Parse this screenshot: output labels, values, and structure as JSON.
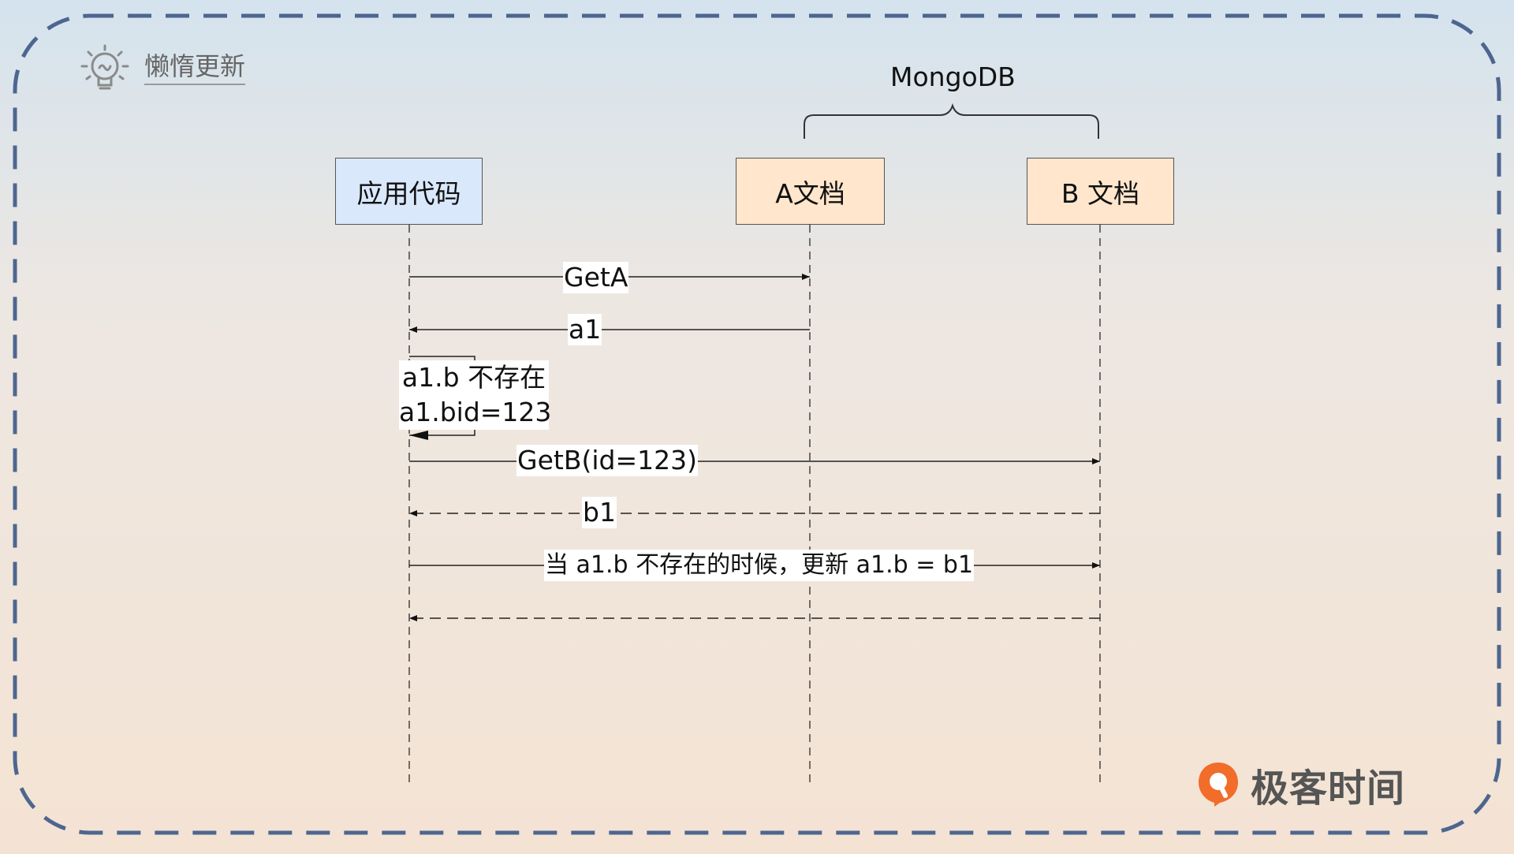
{
  "header": {
    "title": "懒惰更新",
    "icon": "lightbulb-icon"
  },
  "group": {
    "label": "MongoDB"
  },
  "participants": [
    {
      "id": "app",
      "label": "应用代码",
      "color": "#dae8fc"
    },
    {
      "id": "a",
      "label": "A文档",
      "color": "#ffe6cc"
    },
    {
      "id": "b",
      "label": "B 文档",
      "color": "#ffe6cc"
    }
  ],
  "messages": [
    {
      "label": "GetA",
      "from": "app",
      "to": "a",
      "style": "solid"
    },
    {
      "label": "a1",
      "from": "a",
      "to": "app",
      "style": "solid"
    },
    {
      "label_lines": [
        "a1.b 不存在",
        "a1.bid=123"
      ],
      "from": "app",
      "to": "app",
      "style": "self"
    },
    {
      "label": "GetB(id=123)",
      "from": "app",
      "to": "b",
      "style": "solid"
    },
    {
      "label": "b1",
      "from": "b",
      "to": "app",
      "style": "dashed"
    },
    {
      "label": "当 a1.b 不存在的时候，更新 a1.b = b1",
      "from": "app",
      "to": "b",
      "style": "solid"
    },
    {
      "label": "",
      "from": "b",
      "to": "app",
      "style": "dashed"
    }
  ],
  "brand": {
    "name": "极客时间",
    "logo": "geektime-logo-icon",
    "color": "#f26c2a"
  }
}
